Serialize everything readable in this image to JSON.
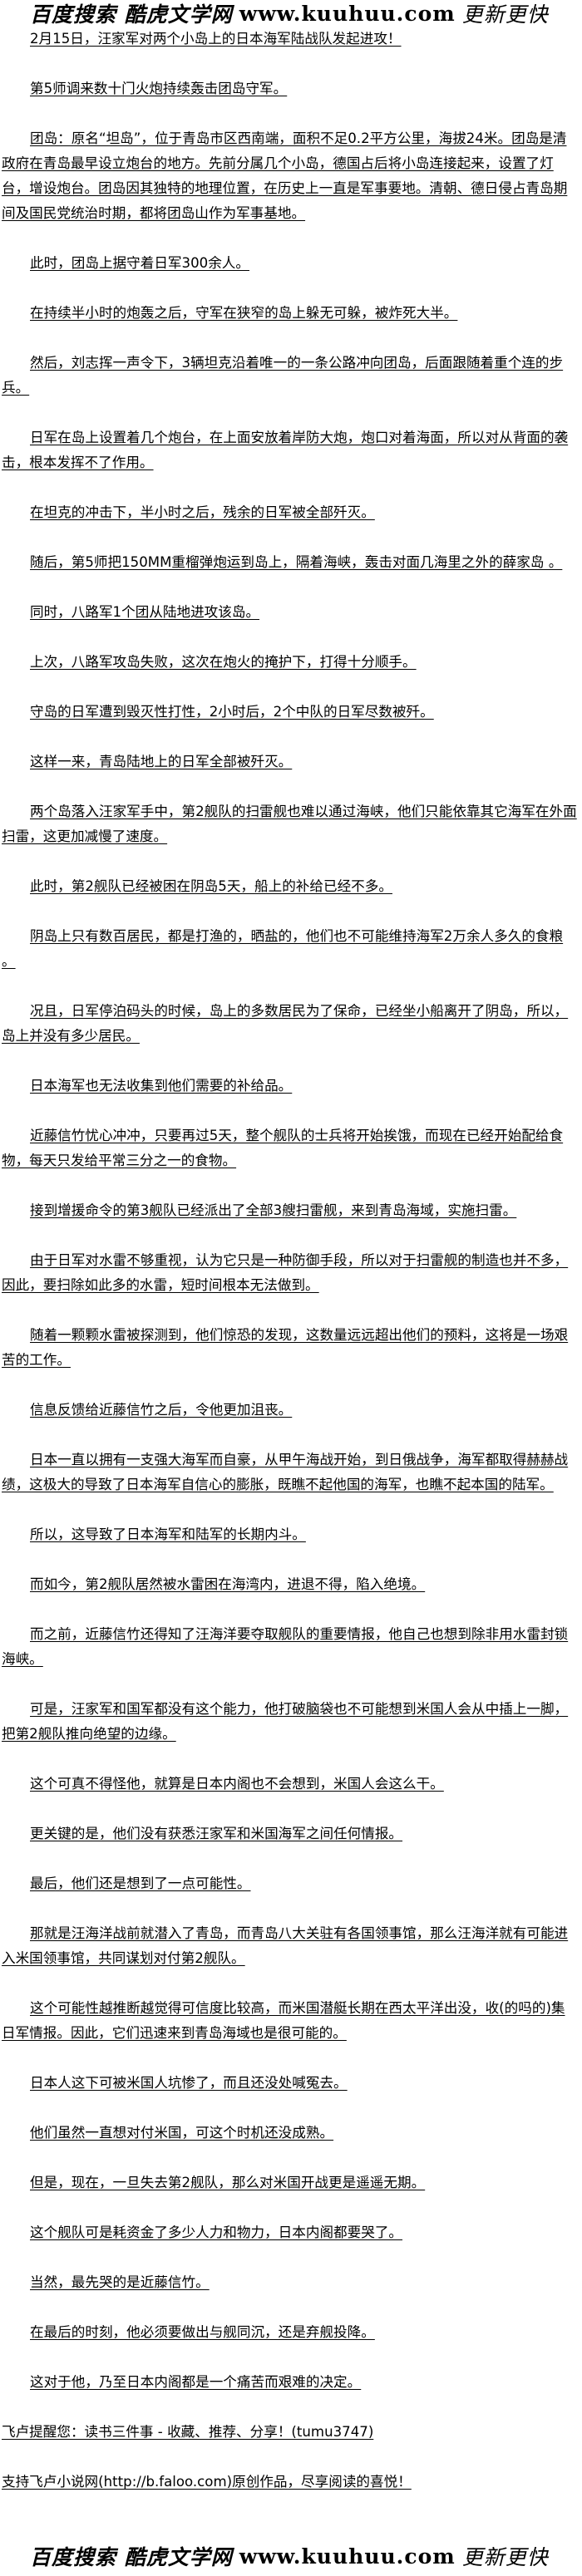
{
  "logo": {
    "brand": "百度搜索 酷虎文学网",
    "url": "www.kuuhuu.com",
    "tagline": "更新更快"
  },
  "paragraphs": [
    "2月15日，汪家军对两个小岛上的日本海军陆战队发起进攻！",
    "第5师调来数十门火炮持续轰击团岛守军。",
    "团岛：原名“坦岛”，位于青岛市区西南端，面积不足0.2平方公里，海拔24米。团岛是清政府在青岛最早设立炮台的地方。先前分属几个小岛，德国占后将小岛连接起来，设置了灯台，增设炮台。团岛因其独特的地理位置，在历史上一直是军事要地。清朝、德日侵占青岛期间及国民党统治时期，都将团岛山作为军事基地。",
    "此时，团岛上据守着日军300余人。",
    "在持续半小时的炮轰之后，守军在狭窄的岛上躲无可躲，被炸死大半。",
    "然后，刘志挥一声令下，3辆坦克沿着唯一的一条公路冲向团岛，后面跟随着重个连的步兵。",
    "日军在岛上设置着几个炮台，在上面安放着岸防大炮，炮口对着海面，所以对从背面的袭击，根本发挥不了作用。",
    "在坦克的冲击下，半小时之后，残余的日军被全部歼灭。",
    "随后，第5师把150MM重榴弹炮运到岛上，隔着海峡，轰击对面几海里之外的薛家岛 。",
    "同时，八路军1个团从陆地进攻该岛。",
    "上次，八路军攻岛失败，这次在炮火的掩护下，打得十分顺手。",
    "守岛的日军遭到毁灭性打性，2小时后，2个中队的日军尽数被歼。",
    "这样一来，青岛陆地上的日军全部被歼灭。",
    "两个岛落入汪家军手中，第2舰队的扫雷舰也难以通过海峡，他们只能依靠其它海军在外面扫雷，这更加减慢了速度。",
    "此时，第2舰队已经被困在阴岛5天，船上的补给已经不多。",
    "阴岛上只有数百居民，都是打渔的，晒盐的，他们也不可能维持海军2万余人多久的食粮 。",
    "况且，日军停泊码头的时候，岛上的多数居民为了保命，已经坐小船离开了阴岛，所以，岛上并没有多少居民。",
    "日本海军也无法收集到他们需要的补给品。",
    "近藤信竹忧心冲冲，只要再过5天，整个舰队的士兵将开始挨饿，而现在已经开始配给食物，每天只发给平常三分之一的食物。",
    "接到增援命令的第3舰队已经派出了全部3艘扫雷舰，来到青岛海域，实施扫雷。",
    "由于日军对水雷不够重视，认为它只是一种防御手段，所以对于扫雷舰的制造也并不多，因此，要扫除如此多的水雷，短时间根本无法做到。",
    "随着一颗颗水雷被探测到，他们惊恐的发现，这数量远远超出他们的预料，这将是一场艰苦的工作。",
    "信息反馈给近藤信竹之后，令他更加沮丧。",
    "日本一直以拥有一支强大海军而自豪，从甲午海战开始，到日俄战争，海军都取得赫赫战绩，这极大的导致了日本海军自信心的膨胀，既瞧不起他国的海军，也瞧不起本国的陆军。",
    "所以，这导致了日本海军和陆军的长期内斗。",
    "而如今，第2舰队居然被水雷困在海湾内，进退不得，陷入绝境。",
    "而之前，近藤信竹还得知了汪海洋要夺取舰队的重要情报，他自己也想到除非用水雷封锁海峡。",
    "可是，汪家军和国军都没有这个能力，他打破脑袋也不可能想到米国人会从中插上一脚，把第2舰队推向绝望的边缘。",
    "这个可真不得怪他，就算是日本内阁也不会想到，米国人会这么干。",
    "更关键的是，他们没有获悉汪家军和米国海军之间任何情报。",
    "最后，他们还是想到了一点可能性。",
    "那就是汪海洋战前就潜入了青岛，而青岛八大关驻有各国领事馆，那么汪海洋就有可能进入米国领事馆，共同谋划对付第2舰队。",
    "这个可能性越推断越觉得可信度比较高，而米国潜艇长期在西太平洋出没，收(的吗的)集日军情报。因此，它们迅速来到青岛海域也是很可能的。",
    "日本人这下可被米国人坑惨了，而且还没处喊冤去。",
    "他们虽然一直想对付米国，可这个时机还没成熟。",
    "但是，现在，一旦失去第2舰队，那么对米国开战更是遥遥无期。",
    "这个舰队可是耗资金了多少人力和物力，日本内阁都要哭了。",
    "当然，最先哭的是近藤信竹。",
    "在最后的时刻，他必须要做出与舰同沉，还是弃舰投降。",
    "这对于他，乃至日本内阁都是一个痛苦而艰难的决定。"
  ],
  "footer": {
    "reminder": "飞卢提醒您：读书三件事 - 收藏、推荐、分享！(tumu3747)",
    "support": "支持飞卢小说网(http://b.faloo.com)原创作品，尽享阅读的喜悦！"
  }
}
